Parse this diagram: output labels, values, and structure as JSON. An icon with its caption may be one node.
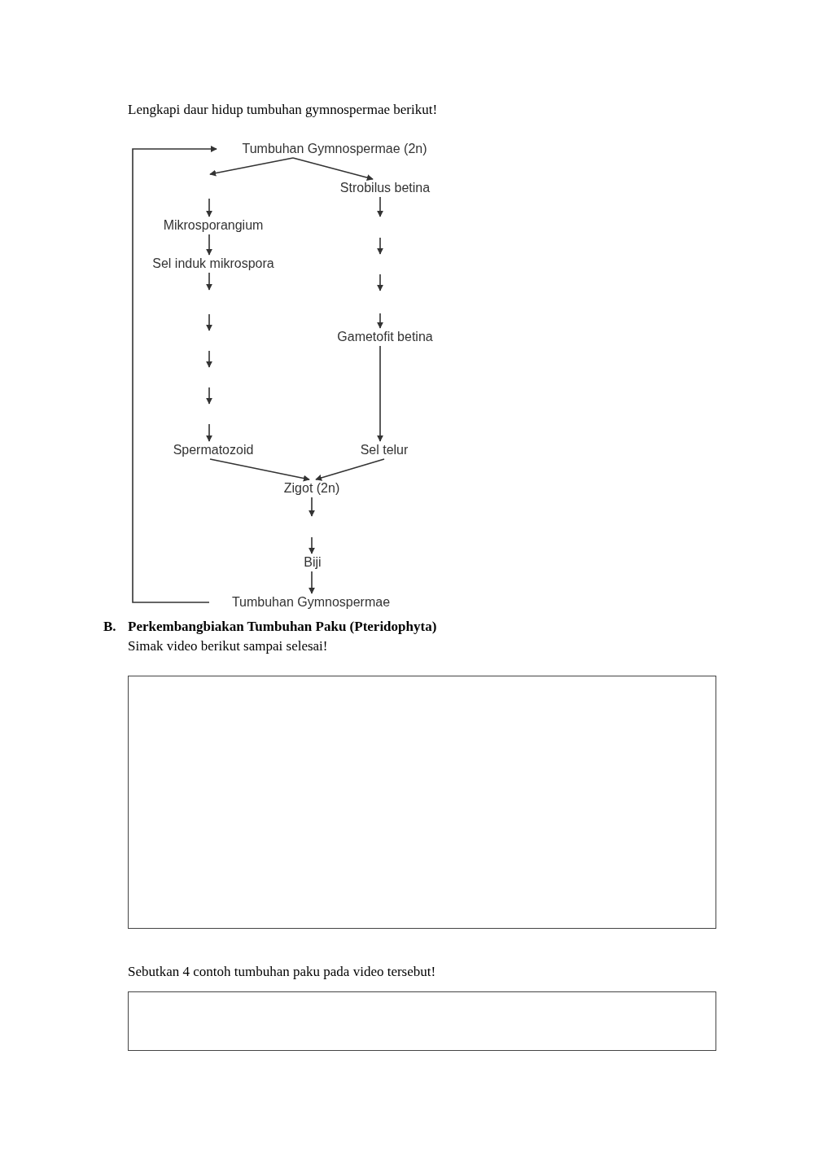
{
  "diagram": {
    "nodes": [
      {
        "text": [
          "Tumbuhan Gymnospermae (2n)"
        ]
      },
      {
        "text": [
          "Strobilus betina"
        ]
      },
      {
        "text": [
          "Mikrosporangium"
        ]
      },
      {
        "text": [
          "Sel induk mikrospora"
        ]
      },
      {
        "text": [
          "Gametofit betina"
        ]
      },
      {
        "text": [
          "Spermatozoid"
        ]
      },
      {
        "text": [
          "Sel telur"
        ]
      },
      {
        "text": [
          "Zigot (2n)"
        ]
      },
      {
        "text": [
          "Biji"
        ]
      },
      {
        "text": [
          "Tumbuhan Gymnospermae"
        ]
      }
    ],
    "edges": [
      {
        "from": 0,
        "to": null,
        "arrow": "to"
      },
      {
        "from": 0,
        "to": 1,
        "arrow": "to"
      },
      {
        "from": null,
        "to": 2,
        "arrow": "to"
      },
      {
        "from": 2,
        "to": 3,
        "arrow": "to"
      },
      {
        "from": 3,
        "to": null,
        "arrow": "to"
      },
      {
        "from": null,
        "to": 5,
        "arrow": "to"
      },
      {
        "from": 1,
        "to": null,
        "arrow": "to"
      },
      {
        "from": null,
        "to": 4,
        "arrow": "to"
      },
      {
        "from": 4,
        "to": 6,
        "arrow": "to"
      },
      {
        "from": 5,
        "to": 7,
        "arrow": "to"
      },
      {
        "from": 6,
        "to": 7,
        "arrow": "to"
      },
      {
        "from": 7,
        "to": null,
        "arrow": "to"
      },
      {
        "from": null,
        "to": 8,
        "arrow": "to"
      },
      {
        "from": 8,
        "to": 9,
        "arrow": "to"
      },
      {
        "from": 9,
        "to": 0,
        "arrow": "to"
      }
    ],
    "labels": [
      "Lengkapi daur hidup tumbuhan gymnospermae berikut!",
      "B.",
      "Perkembangbiakan Tumbuhan Paku (Pteridophyta)",
      "Simak video berikut sampai selesai!",
      "Sebutkan 4 contoh tumbuhan paku pada video tersebut!"
    ]
  }
}
